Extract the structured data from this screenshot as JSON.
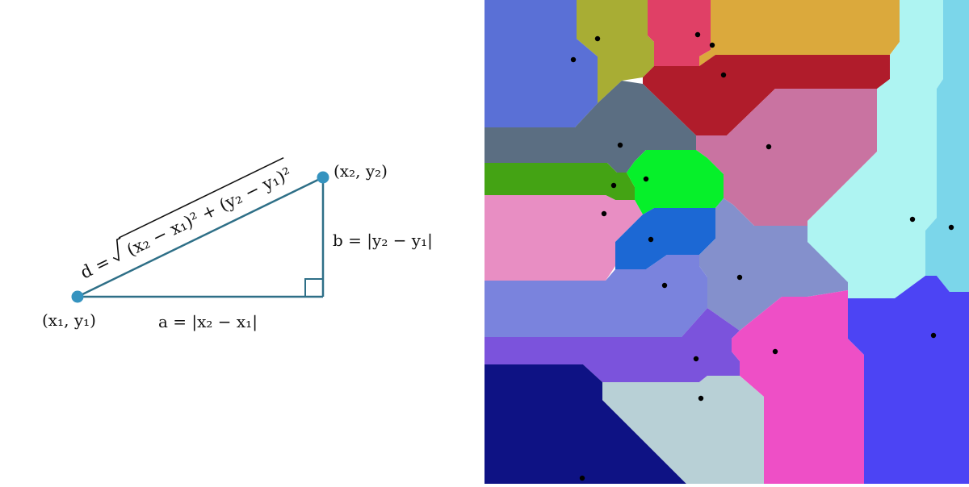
{
  "triangle": {
    "point1_label": "(x₁, y₁)",
    "point2_label": "(x₂, y₂)",
    "side_a_label": "a = |x₂ − x₁|",
    "side_b_label": "b = |y₂ − y₁|",
    "hypotenuse_prefix": "d = ",
    "hypotenuse_radicand": "(x₂ − x₁)² + (y₂ − y₁)²",
    "line_color": "#2e6f87",
    "point_color": "#3593bf"
  },
  "voronoi": {
    "background": "#ffffff",
    "site_color": "#000000",
    "region_colors": [
      "#5a70d6",
      "#a8ad34",
      "#e04066",
      "#dba93c",
      "#b01c2b",
      "#aef4f2",
      "#5b6e82",
      "#c973a1",
      "#44a314",
      "#06f02a",
      "#e88ec3",
      "#1c68d4",
      "#8490cc",
      "#7a83dd",
      "#7b53dc",
      "#ee4fc6",
      "#4c44f4",
      "#0e1284",
      "#b8d0d6",
      "#cc6c00"
    ]
  }
}
